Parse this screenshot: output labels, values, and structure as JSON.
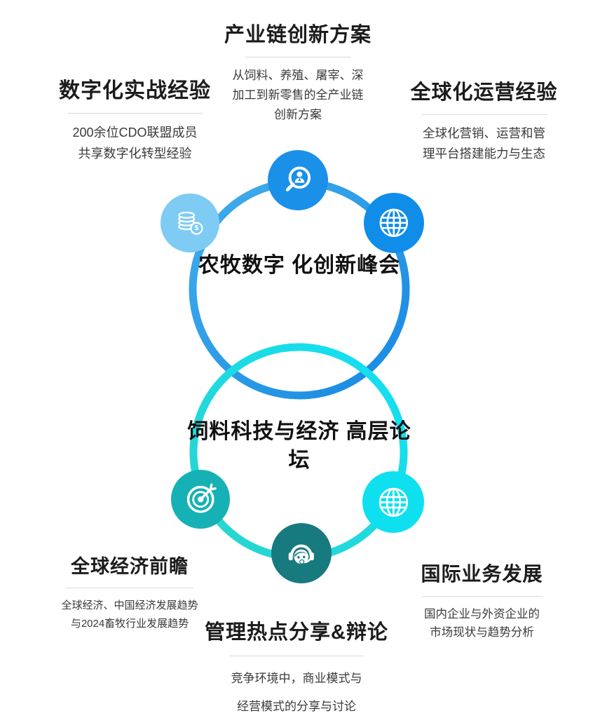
{
  "venn": {
    "top_circle": {
      "label_line1": "农牧数字",
      "label_line2": "化创新峰会",
      "ring_color": "#2a9fe8"
    },
    "bottom_circle": {
      "label_line1": "饲料科技与经济",
      "label_line2": "高层论坛",
      "ring_color": "#1bdce8"
    }
  },
  "badges": [
    {
      "icon": "search-person-icon",
      "color": "#1a90e9"
    },
    {
      "icon": "coins-icon",
      "color": "#7ecbf4"
    },
    {
      "icon": "globe-icon",
      "color": "#0f8de9"
    },
    {
      "icon": "target-icon",
      "color": "#16b1b4"
    },
    {
      "icon": "globe-icon",
      "color": "#0fe0ef"
    },
    {
      "icon": "headset-icon",
      "color": "#177a7e"
    }
  ],
  "coin_symbol": "$",
  "callouts": {
    "top_left": {
      "title": "数字化实战经验",
      "lines": [
        "200余位CDO联盟成员",
        "共享数字化转型经验"
      ]
    },
    "top_center": {
      "title": "产业链创新方案",
      "lines": [
        "从饲料、养殖、屠宰、深",
        "加工到新零售的全产业链",
        "创新方案"
      ]
    },
    "top_right": {
      "title": "全球化运营经验",
      "lines": [
        "全球化营销、运营和管",
        "理平台搭建能力与生态"
      ]
    },
    "bottom_left": {
      "title": "全球经济前瞻",
      "lines": [
        "全球经济、中国经济发展趋势",
        "与2024畜牧行业发展趋势"
      ]
    },
    "bottom_center": {
      "title": "管理热点分享&辩论",
      "lines": [
        "竞争环境中，商业模式与",
        "经营模式的分享与讨论"
      ]
    },
    "bottom_right": {
      "title": "国际业务发展",
      "lines": [
        "国内企业与外资企业的",
        "市场现状与趋势分析"
      ]
    }
  }
}
